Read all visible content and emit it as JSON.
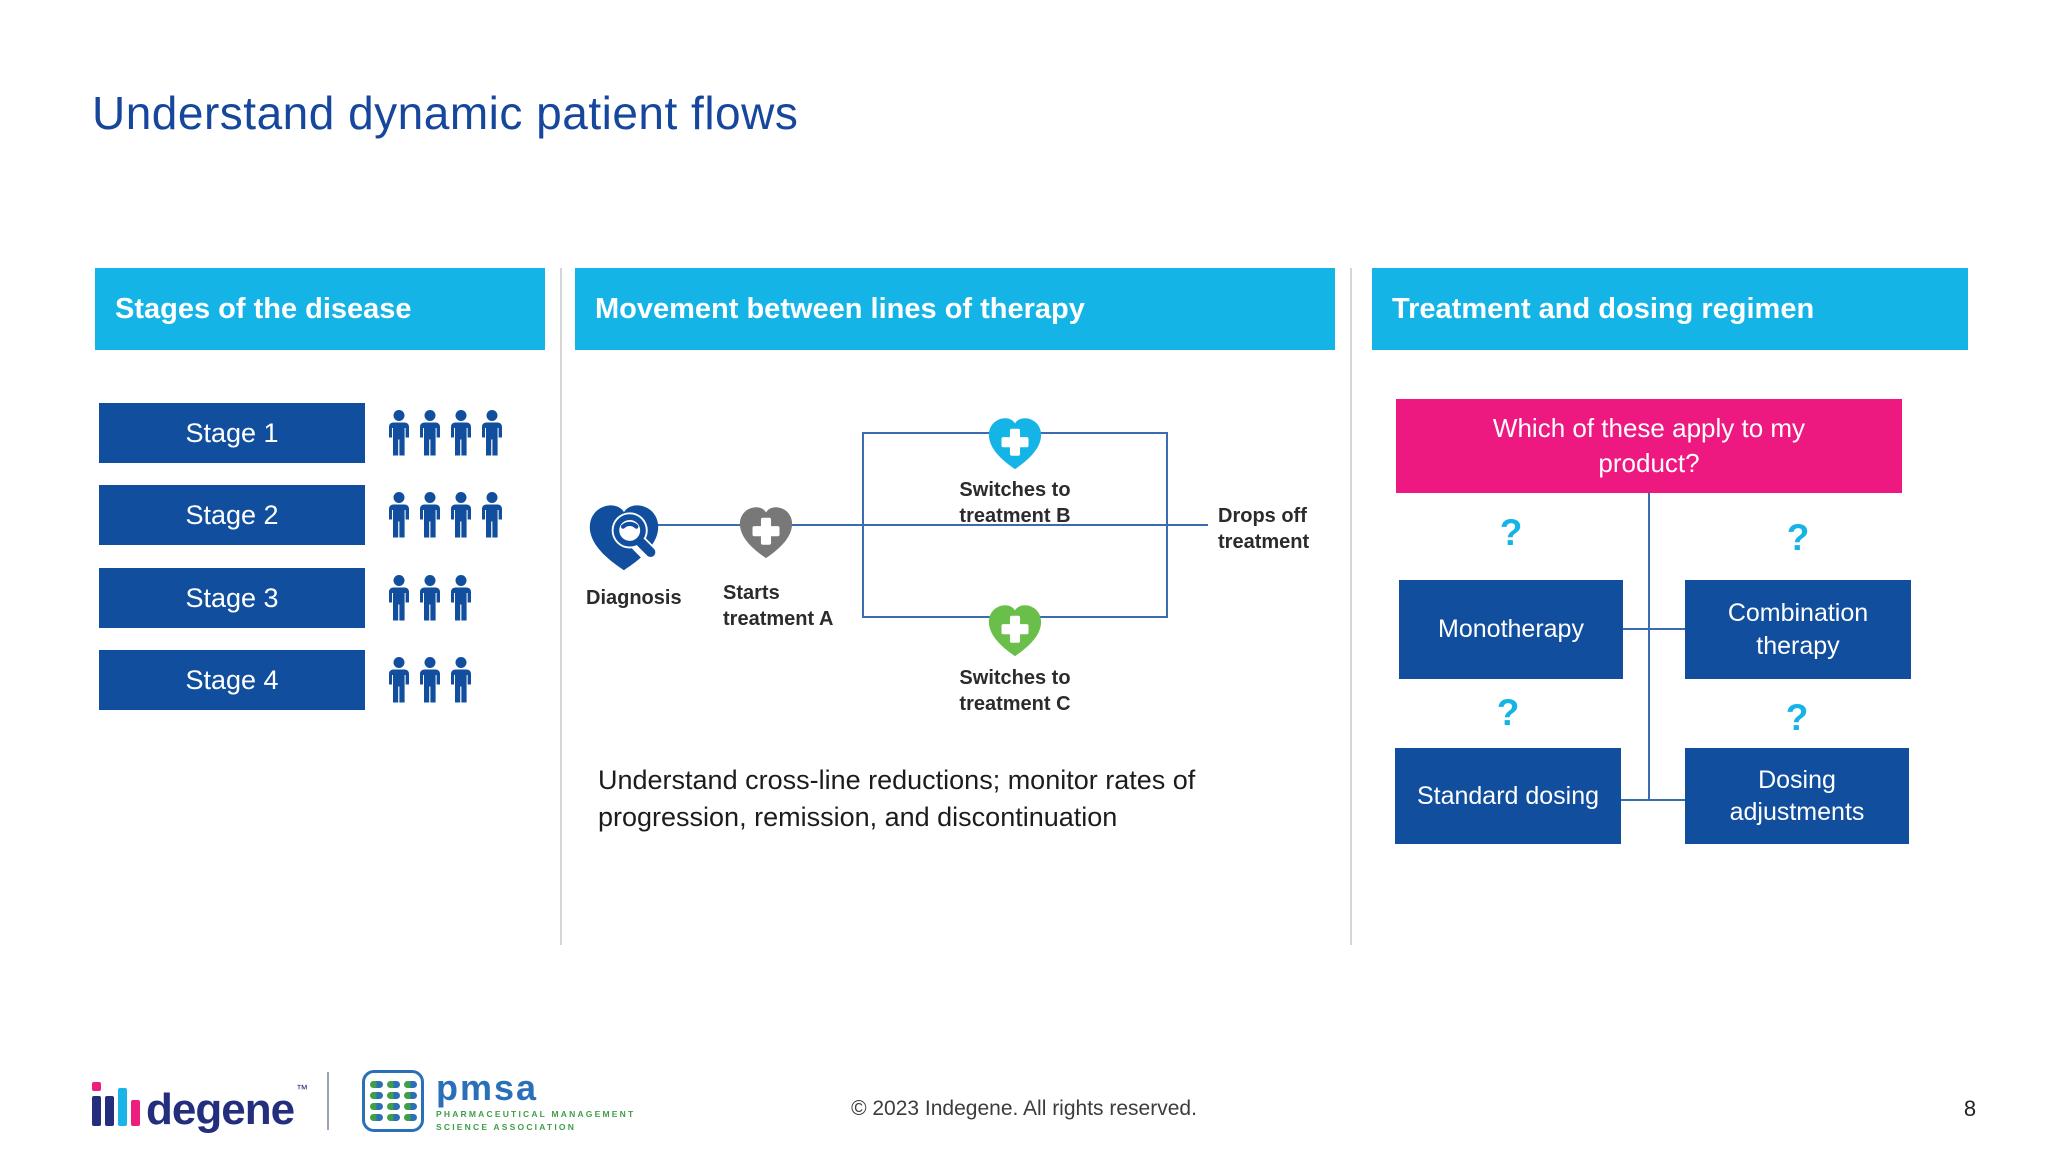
{
  "slide": {
    "title": "Understand dynamic patient flows",
    "copyright": "© 2023 Indegene. All rights reserved.",
    "page_number": "8"
  },
  "columns": {
    "stages": {
      "header": "Stages of the disease",
      "rows": [
        {
          "label": "Stage 1",
          "people": 4
        },
        {
          "label": "Stage 2",
          "people": 4
        },
        {
          "label": "Stage 3",
          "people": 3
        },
        {
          "label": "Stage 4",
          "people": 3
        }
      ]
    },
    "movement": {
      "header": "Movement between lines of therapy",
      "nodes": {
        "diagnosis": "Diagnosis",
        "starts": "Starts treatment A",
        "switch_b": "Switches to treatment B",
        "switch_c": "Switches to treatment C",
        "drops_off": "Drops off treatment"
      },
      "icons": [
        "diagnosis-heart-magnifier-icon",
        "treatment-a-heart-cross-icon",
        "treatment-b-heart-cross-icon",
        "treatment-c-heart-cross-icon"
      ],
      "caption_line1": "Understand cross-line reductions; monitor rates of",
      "caption_line2": "progression, remission, and discontinuation"
    },
    "treatment": {
      "header": "Treatment and dosing regimen",
      "question_box": "Which of these apply to my product?",
      "question_mark": "?",
      "options": [
        "Monotherapy",
        "Combination therapy",
        "Standard dosing",
        "Dosing adjustments"
      ]
    }
  },
  "footer": {
    "indegene_wordmark": "degene",
    "indegene_tm": "™",
    "pmsa_name": "pmsa",
    "pmsa_sub1": "PHARMACEUTICAL MANAGEMENT",
    "pmsa_sub2": "SCIENCE ASSOCIATION"
  },
  "colors": {
    "cyan": "#15b4e6",
    "dark_blue": "#114f9e",
    "title_blue": "#16479c",
    "pink": "#ee1980",
    "green": "#6abf4a",
    "gray_heart": "#787878",
    "line_blue": "#3a6cb0",
    "divider": "#d6d6d6",
    "logo_navy": "#232e7d",
    "logo_pink": "#ec1f7f",
    "logo_cyan": "#1ab5e8",
    "pmsa_blue": "#2a70b8",
    "pmsa_green": "#3f9e49"
  }
}
